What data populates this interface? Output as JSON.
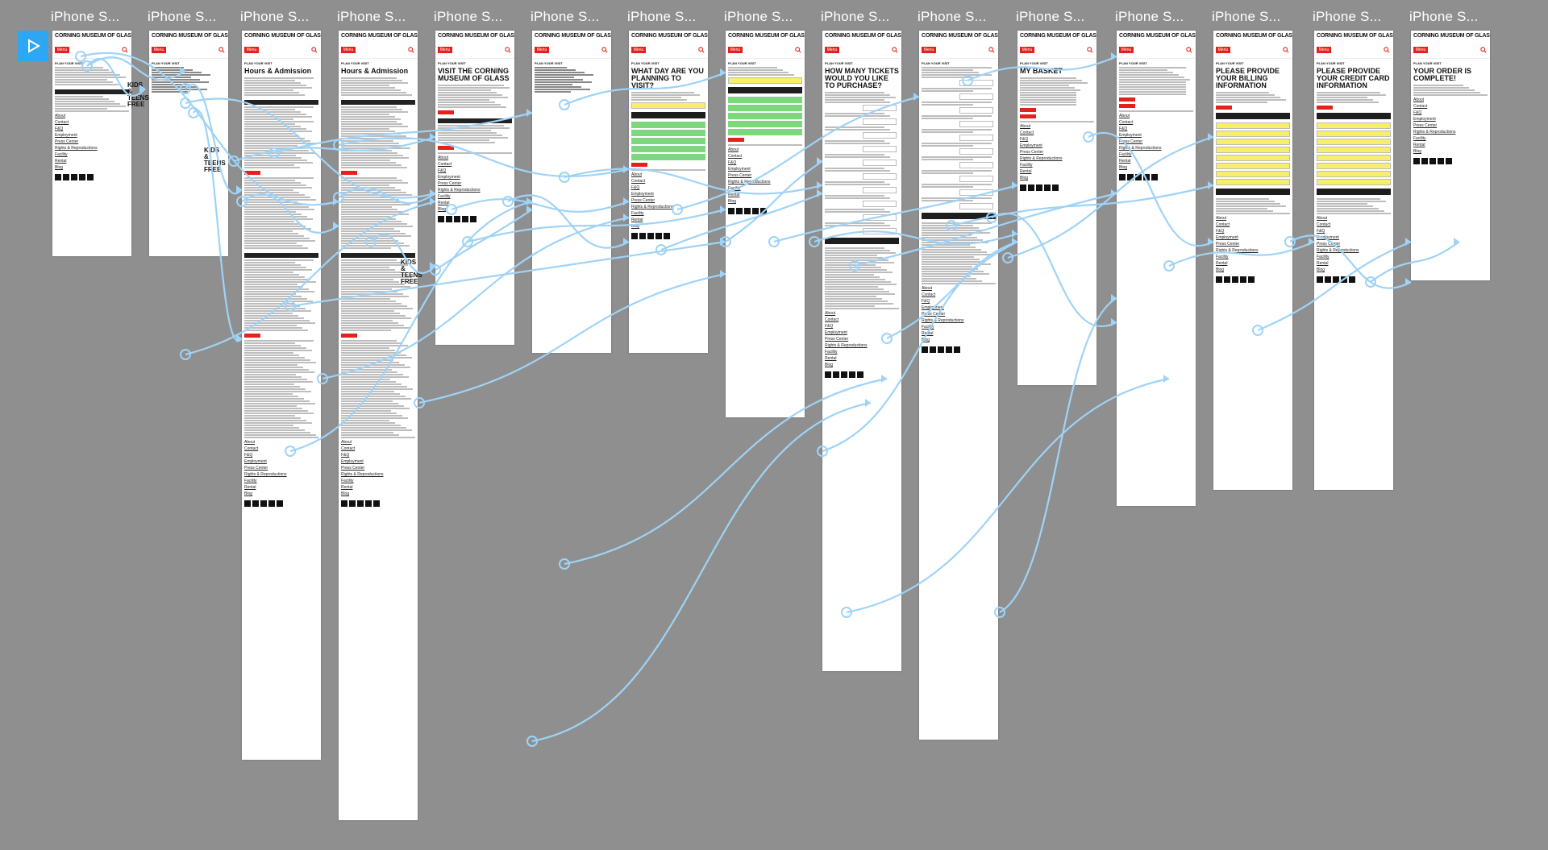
{
  "play_label": "Play prototype",
  "colors": {
    "canvas": "#8f8f8f",
    "wire": "#9fd3f7",
    "accent": "#e3231b",
    "play": "#2ea7f2"
  },
  "artboards": [
    {
      "title": "iPhone S...",
      "logo": "CORNING MUSEUM OF GLASS",
      "menu": "Menu",
      "heading": "",
      "subhead": "PLAN YOUR VISIT",
      "variant": "info"
    },
    {
      "title": "iPhone S...",
      "logo": "CORNING MUSEUM OF GLASS",
      "menu": "Menu",
      "heading": "",
      "subhead": "PLAN YOUR VISIT",
      "variant": "list"
    },
    {
      "title": "iPhone S...",
      "logo": "CORNING MUSEUM OF GLASS",
      "menu": "Menu",
      "heading": "Hours & Admission",
      "subhead": "PLAN YOUR VISIT",
      "variant": "long"
    },
    {
      "title": "iPhone S...",
      "logo": "CORNING MUSEUM OF GLASS",
      "menu": "Menu",
      "heading": "Hours & Admission",
      "subhead": "PLAN YOUR VISIT",
      "variant": "long2"
    },
    {
      "title": "iPhone S...",
      "logo": "CORNING MUSEUM OF GLASS",
      "menu": "Menu",
      "heading": "VISIT THE CORNING MUSEUM OF GLASS",
      "subhead": "PLAN YOUR VISIT",
      "variant": "visit"
    },
    {
      "title": "iPhone S...",
      "logo": "CORNING MUSEUM OF GLASS",
      "menu": "Menu",
      "heading": "",
      "subhead": "PLAN YOUR VISIT",
      "variant": "list2"
    },
    {
      "title": "iPhone S...",
      "logo": "CORNING MUSEUM OF GLASS",
      "menu": "Menu",
      "heading": "WHAT DAY ARE YOU PLANNING TO VISIT?",
      "subhead": "PLAN YOUR VISIT",
      "variant": "calendar"
    },
    {
      "title": "iPhone S...",
      "logo": "CORNING MUSEUM OF GLASS",
      "menu": "Menu",
      "heading": "",
      "subhead": "PLAN YOUR VISIT",
      "variant": "calendar2"
    },
    {
      "title": "iPhone S...",
      "logo": "CORNING MUSEUM OF GLASS",
      "menu": "Menu",
      "heading": "HOW MANY TICKETS WOULD YOU LIKE TO PURCHASE?",
      "subhead": "PLAN YOUR VISIT",
      "variant": "tickets"
    },
    {
      "title": "iPhone S...",
      "logo": "CORNING MUSEUM OF GLASS",
      "menu": "Menu",
      "heading": "",
      "subhead": "PLAN YOUR VISIT",
      "variant": "tickets2"
    },
    {
      "title": "iPhone S...",
      "logo": "CORNING MUSEUM OF GLASS",
      "menu": "Menu",
      "heading": "MY BASKET",
      "subhead": "PLAN YOUR VISIT",
      "variant": "basket"
    },
    {
      "title": "iPhone S...",
      "logo": "CORNING MUSEUM OF GLASS",
      "menu": "Menu",
      "heading": "",
      "subhead": "PLAN YOUR VISIT",
      "variant": "basket2"
    },
    {
      "title": "iPhone S...",
      "logo": "CORNING MUSEUM OF GLASS",
      "menu": "Menu",
      "heading": "PLEASE PROVIDE YOUR BILLING INFORMATION",
      "subhead": "PLAN YOUR VISIT",
      "variant": "billing"
    },
    {
      "title": "iPhone S...",
      "logo": "CORNING MUSEUM OF GLASS",
      "menu": "Menu",
      "heading": "PLEASE PROVIDE YOUR CREDIT CARD INFORMATION",
      "subhead": "PLAN YOUR VISIT",
      "variant": "billing"
    },
    {
      "title": "iPhone S...",
      "logo": "CORNING MUSEUM OF GLASS",
      "menu": "Menu",
      "heading": "YOUR ORDER IS COMPLETE!",
      "subhead": "PLAN YOUR VISIT",
      "variant": "complete"
    }
  ],
  "footer_links": [
    "About",
    "Contact",
    "F&Q",
    "Employment",
    "Press Center",
    "Rights & Reproductions",
    "Facility",
    "Rental",
    "Blog"
  ],
  "kids_badge": "KIDS & TEENS FREE"
}
